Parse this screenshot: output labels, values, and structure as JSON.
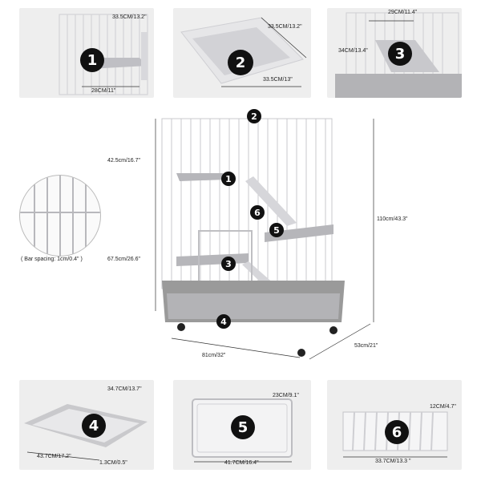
{
  "panels": {
    "p1": {
      "badge": "1",
      "dim_top": "33.5CM/13.2\"",
      "dim_bottom": "28CM/11\""
    },
    "p2": {
      "badge": "2",
      "dim_top": "33.5CM/13.2\"",
      "dim_bottom": "33.5CM/13\""
    },
    "p3": {
      "badge": "3",
      "dim_top": "29CM/11.4\"",
      "dim_left": "34CM/13.4\""
    },
    "p4": {
      "badge": "4",
      "dim_top": "34.7CM/13.7\"",
      "dim_bottom": "43.7CM/17.2\"",
      "dim_corner": "1.3CM/0.5\""
    },
    "p5": {
      "badge": "5",
      "dim_right": "23CM/9.1\"",
      "dim_bottom": "41.7CM/16.4\""
    },
    "p6": {
      "badge": "6",
      "dim_right": "12CM/4.7\"",
      "dim_bottom": "33.7CM/13.3 \""
    }
  },
  "main": {
    "dim_upper": "42.5cm/16.7\"",
    "dim_lower": "67.5cm/26.6\"",
    "dim_height": "110cm/43.3\"",
    "dim_width": "81cm/32\"",
    "dim_depth": "53cm/21\"",
    "badges": [
      "1",
      "2",
      "3",
      "4",
      "5",
      "6"
    ]
  },
  "bar_spacing": "( Bar spacing: 1cm/0.4\" )",
  "colors": {
    "wire": "#c9c9cc",
    "tray": "#9a9a9a",
    "badge": "#111111",
    "panel_bg": "#eeeeee"
  }
}
